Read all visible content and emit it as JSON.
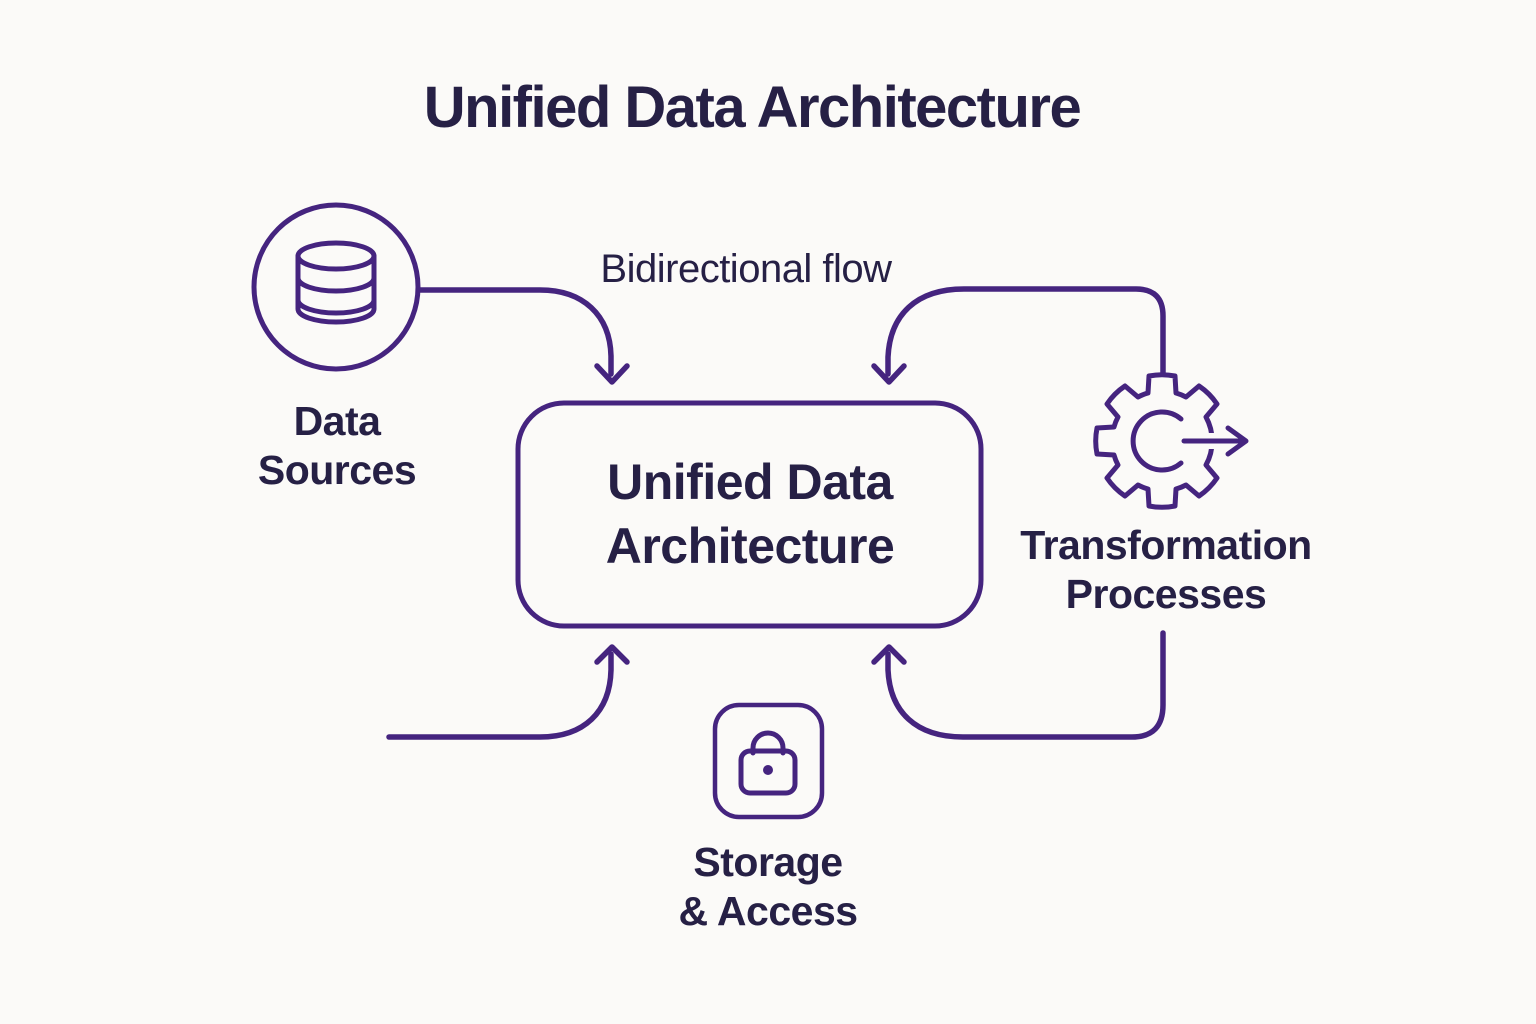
{
  "title": "Unified Data Architecture",
  "colors": {
    "background": "#fbfaf8",
    "line_purple": "#45247f",
    "text_navy": "#262045"
  },
  "flow": {
    "label": "Bidirectional flow"
  },
  "nodes": {
    "center": {
      "label": "Unified Data\nArchitecture",
      "shape": "rounded-rectangle"
    },
    "data_sources": {
      "label": "Data\nSources",
      "icon": "database-icon",
      "shape": "circle"
    },
    "transformation": {
      "label": "Transformation\nProcesses",
      "icon": "gear-arrow-icon",
      "shape": "none"
    },
    "storage": {
      "label": "Storage\n& Access",
      "icon": "lock-icon",
      "shape": "rounded-square"
    }
  },
  "edges": [
    {
      "from": "data_sources",
      "to": "center",
      "enters": "top-left",
      "style": "curved-arrow"
    },
    {
      "from": "transformation",
      "to": "center",
      "enters": "top-right",
      "style": "curved-arrow"
    },
    {
      "from": "bottom-left",
      "to": "center",
      "enters": "bottom-left",
      "style": "curved-arrow"
    },
    {
      "from": "transformation",
      "to": "center",
      "enters": "bottom-right",
      "style": "curved-arrow"
    }
  ]
}
